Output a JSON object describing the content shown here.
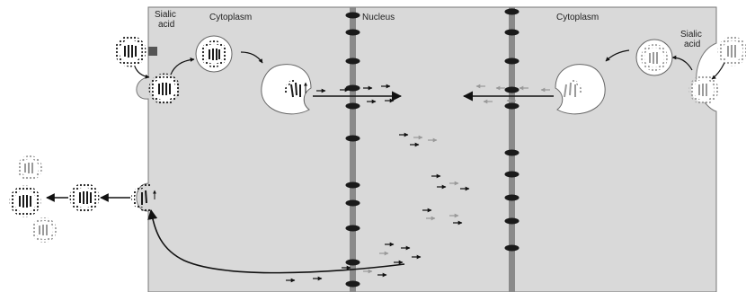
{
  "labels": {
    "sialic_acid_left_1": "Sialic",
    "sialic_acid_left_2": "acid",
    "cytoplasm_left": "Cytoplasm",
    "nucleus": "Nucleus",
    "cytoplasm_right": "Cytoplasm",
    "sialic_acid_right_1": "Sialic",
    "sialic_acid_right_2": "acid"
  },
  "colors": {
    "cell_fill": "#d9d9d9",
    "cell_stroke": "#777777",
    "membrane": "#888888",
    "virion_dark": "#1a1a1a",
    "virion_light": "#9a9a9a",
    "arrow": "#111111",
    "background": "#ffffff"
  }
}
